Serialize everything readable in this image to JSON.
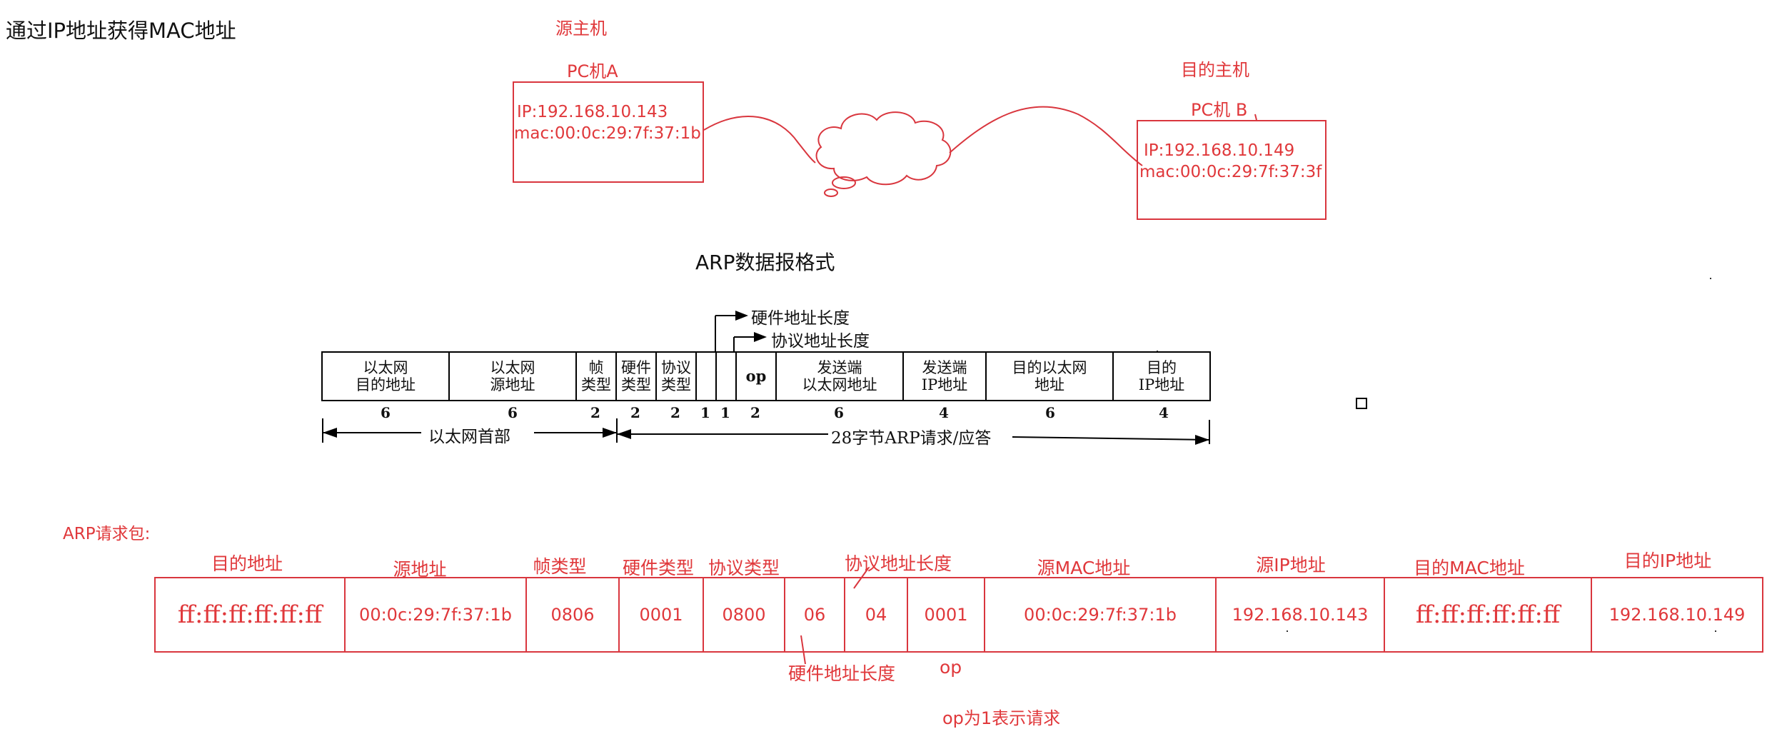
{
  "title": "通过IP地址获得MAC地址",
  "topology": {
    "source_caption": "源主机",
    "dest_caption": "目的主机",
    "host_a": {
      "name": "PC机A",
      "ip": "IP:192.168.10.143",
      "mac": "mac:00:0c:29:7f:37:1b"
    },
    "host_b": {
      "name": "PC机 B",
      "ip": "IP:192.168.10.149",
      "mac": "mac:00:0c:29:7f:37:3f"
    }
  },
  "format": {
    "heading": "ARP数据报格式",
    "fields": [
      {
        "label": "以太网\n目的地址",
        "len": "6"
      },
      {
        "label": "以太网\n源地址",
        "len": "6"
      },
      {
        "label": "帧\n类型",
        "len": "2"
      },
      {
        "label": "硬件\n类型",
        "len": "2"
      },
      {
        "label": "协议\n类型",
        "len": "2"
      },
      {
        "label": "",
        "len": "1"
      },
      {
        "label": "",
        "len": "1"
      },
      {
        "label": "op",
        "len": "2"
      },
      {
        "label": "发送端\n以太网地址",
        "len": "6"
      },
      {
        "label": "发送端\nIP地址",
        "len": "4"
      },
      {
        "label": "目的以太网\n地址",
        "len": "6"
      },
      {
        "label": "目的\nIP地址",
        "len": "4"
      }
    ],
    "hw_len_note": "硬件地址长度",
    "proto_len_note": "协议地址长度",
    "eth_header_span": "以太网首部",
    "arp_span": "28字节ARP请求/应答"
  },
  "packet": {
    "caption": "ARP请求包:",
    "headers": {
      "dst": "目的地址",
      "src": "源地址",
      "frame_type": "帧类型",
      "hw_type": "硬件类型",
      "proto_type": "协议类型",
      "proto_len": "协议地址长度",
      "src_mac": "源MAC地址",
      "src_ip": "源IP地址",
      "dst_mac": "目的MAC地址",
      "dst_ip": "目的IP地址"
    },
    "cells": [
      "ff:ff:ff:ff:ff:ff",
      "00:0c:29:7f:37:1b",
      "0806",
      "0001",
      "0800",
      "06",
      "04",
      "0001",
      "00:0c:29:7f:37:1b",
      "192.168.10.143",
      "ff:ff:ff:ff:ff:ff",
      "192.168.10.149"
    ],
    "hw_len_label": "硬件地址长度",
    "op_label": "op",
    "op_note": "op为1表示请求"
  }
}
